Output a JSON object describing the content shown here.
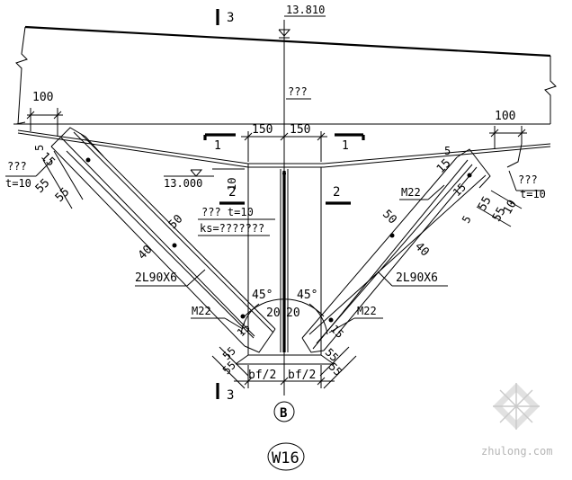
{
  "labels": {
    "elevation_top": "13.810",
    "elevation_bottom": "13.000",
    "section_3": "3",
    "section_1": "1",
    "section_2": "2",
    "dim_100": "100",
    "dim_150": "150",
    "gusset_unknown": "???",
    "thickness_10": "t=10",
    "stiffener_t10": "??? t=10",
    "ks": "ks=???????",
    "dim_50": "50",
    "dim_40": "40",
    "dim_55": "55",
    "dim_15": "15",
    "dim_5": "5",
    "dim_10": "10",
    "angle_section": "2L90X6",
    "bolt": "M22",
    "angle_45": "45°",
    "dim_20": "20",
    "bf_half": "bf/2",
    "axis_b": "B",
    "detail_id": "W16",
    "watermark": "zhulong.com"
  }
}
